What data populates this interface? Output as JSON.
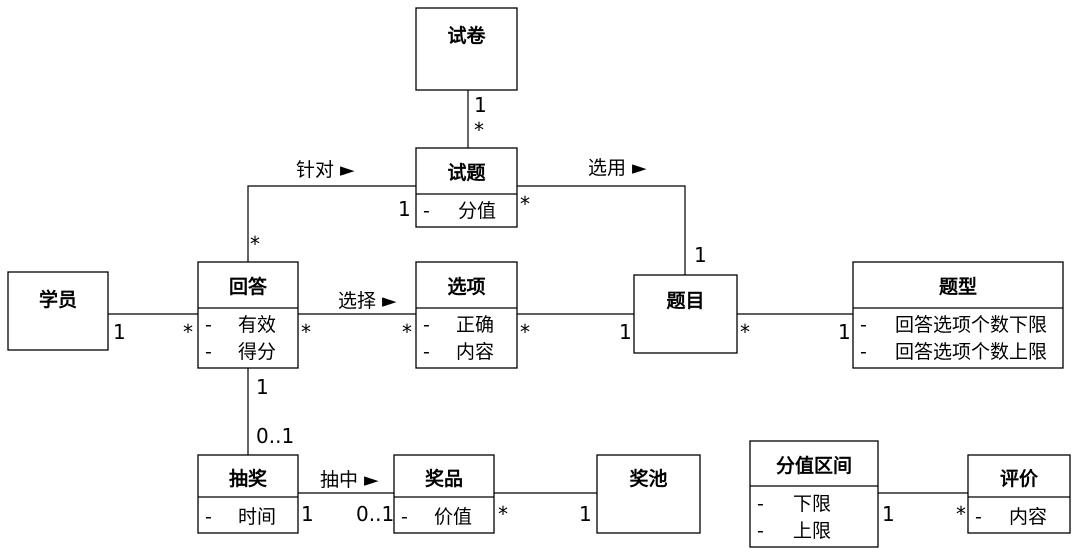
{
  "classes": {
    "shijuan": {
      "name": "试卷",
      "attrs": []
    },
    "shiti": {
      "name": "试题",
      "attrs": [
        "分值"
      ]
    },
    "xueyuan": {
      "name": "学员",
      "attrs": []
    },
    "huida": {
      "name": "回答",
      "attrs": [
        "有效",
        "得分"
      ]
    },
    "xuanxiang": {
      "name": "选项",
      "attrs": [
        "正确",
        "内容"
      ]
    },
    "timu": {
      "name": "题目",
      "attrs": []
    },
    "tixing": {
      "name": "题型",
      "attrs": [
        "回答选项个数下限",
        "回答选项个数上限"
      ]
    },
    "choujiang": {
      "name": "抽奖",
      "attrs": [
        "时间"
      ]
    },
    "jiangpin": {
      "name": "奖品",
      "attrs": [
        "价值"
      ]
    },
    "jiangchi": {
      "name": "奖池",
      "attrs": []
    },
    "fenzhiqujian": {
      "name": "分值区间",
      "attrs": [
        "下限",
        "上限"
      ]
    },
    "pingjia": {
      "name": "评价",
      "attrs": [
        "内容"
      ]
    }
  },
  "attr_prefix": "-",
  "associations": [
    {
      "label": "",
      "m1": "1",
      "m2": "*"
    },
    {
      "label": "针对 ►",
      "m1": "*",
      "m2": "1"
    },
    {
      "label": "选用 ►",
      "m1": "*",
      "m2": "1"
    },
    {
      "label": "",
      "m1": "1",
      "m2": "*"
    },
    {
      "label": "选择 ►",
      "m1": "*",
      "m2": "*"
    },
    {
      "label": "",
      "m1": "*",
      "m2": "1"
    },
    {
      "label": "",
      "m1": "*",
      "m2": "1"
    },
    {
      "label": "",
      "m1": "1",
      "m2": "0..1"
    },
    {
      "label": "抽中 ►",
      "m1": "1",
      "m2": "0..1"
    },
    {
      "label": "",
      "m1": "*",
      "m2": "1"
    },
    {
      "label": "",
      "m1": "1",
      "m2": "*"
    }
  ]
}
